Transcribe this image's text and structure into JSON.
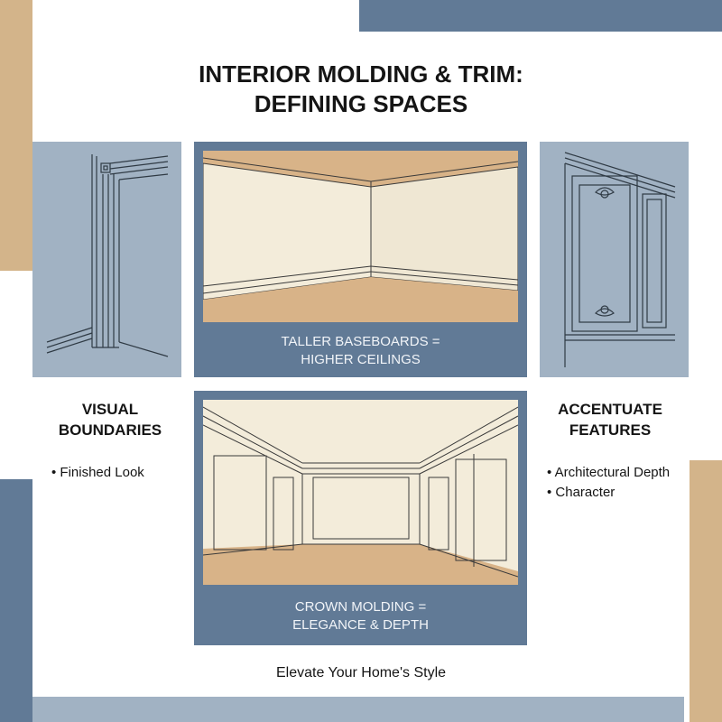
{
  "title": {
    "line1": "INTERIOR MOLDING & TRIM:",
    "line2": "DEFINING SPACES"
  },
  "left": {
    "heading_line1": "VISUAL",
    "heading_line2": "BOUNDARIES",
    "bullets": [
      "• Finished Look"
    ]
  },
  "right": {
    "heading_line1": "ACCENTUATE",
    "heading_line2": "FEATURES",
    "bullets": [
      "• Architectural Depth",
      "• Character"
    ]
  },
  "top_panel": {
    "caption_line1": "TALLER BASEBOARDS =",
    "caption_line2": "HIGHER CEILINGS"
  },
  "bottom_panel": {
    "caption_line1": "CROWN MOLDING =",
    "caption_line2": "ELEGANCE & DEPTH"
  },
  "footer": {
    "tagline": "Elevate Your Home's Style"
  },
  "colors": {
    "tan": "#d3b48a",
    "slate_blue": "#617a96",
    "light_blue": "#a1b2c3",
    "cream": "#f3ecda",
    "floor": "#d8b388"
  },
  "illustrations": [
    "door-casing-illustration",
    "baseboard-room-illustration",
    "wainscot-panel-illustration",
    "crown-molding-room-illustration"
  ]
}
